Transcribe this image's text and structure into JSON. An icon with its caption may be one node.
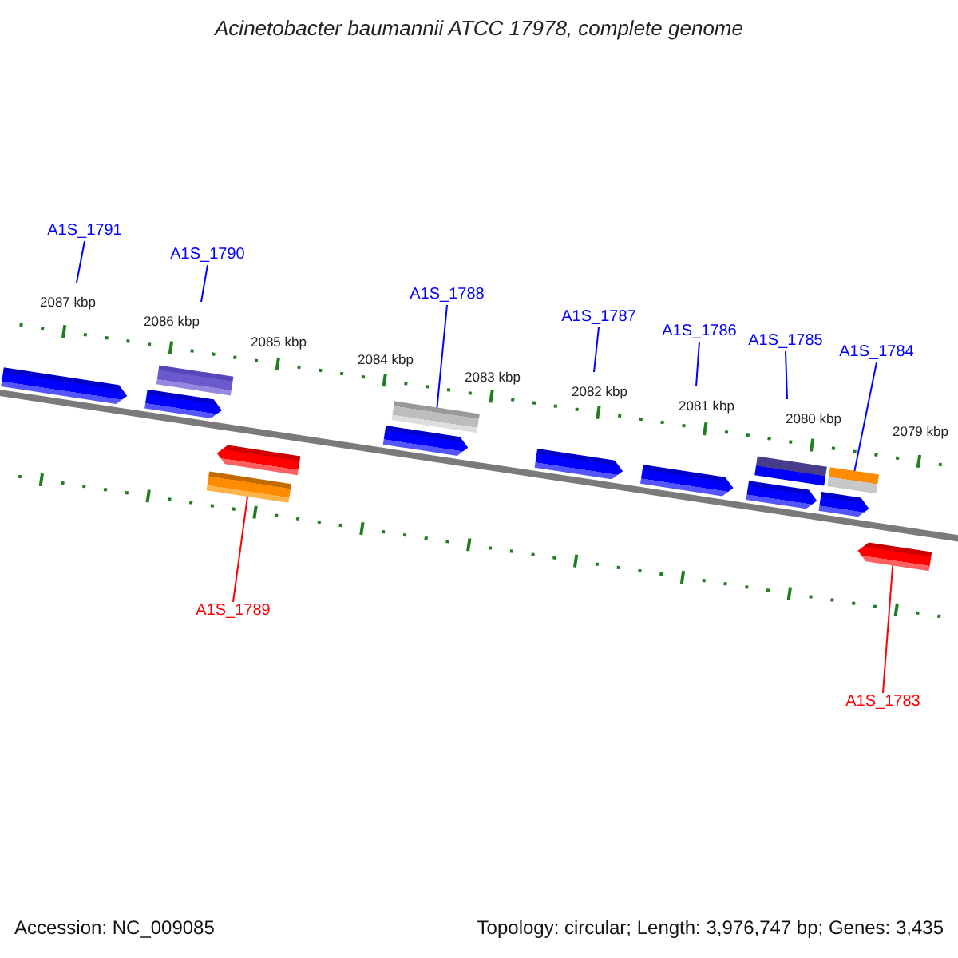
{
  "diagram": {
    "title": "Acinetobacter baumannii ATCC 17978, complete genome",
    "nodes": [
      {
        "text": [
          "A1S_1791"
        ]
      },
      {
        "text": [
          "A1S_1790"
        ]
      },
      {
        "text": [
          "A1S_1788"
        ]
      },
      {
        "text": [
          "A1S_1787"
        ]
      },
      {
        "text": [
          "A1S_1786"
        ]
      },
      {
        "text": [
          "A1S_1785"
        ]
      },
      {
        "text": [
          "A1S_1784"
        ]
      },
      {
        "text": [
          "A1S_1789"
        ]
      },
      {
        "text": [
          "A1S_1783"
        ]
      },
      {
        "text": [],
        "shape": "pentagon"
      },
      {
        "text": [],
        "shape": "pentagon"
      },
      {
        "text": [],
        "shape": "bar"
      },
      {
        "text": [],
        "shape": "bar"
      },
      {
        "text": [],
        "shape": "pentagon"
      },
      {
        "text": [],
        "shape": "pentagon"
      },
      {
        "text": [],
        "shape": "bar"
      },
      {
        "text": [],
        "shape": "pentagon"
      },
      {
        "text": [],
        "shape": "pentagon"
      },
      {
        "text": [],
        "shape": "pentagon"
      },
      {
        "text": [],
        "shape": "bar"
      },
      {
        "text": [],
        "shape": "pentagon"
      },
      {
        "text": [],
        "shape": "bar"
      },
      {
        "text": [],
        "shape": "pentagon"
      }
    ],
    "edges": [
      {
        "from": 0,
        "to": null,
        "arrow": "none"
      },
      {
        "from": 1,
        "to": null,
        "arrow": "none"
      },
      {
        "from": 2,
        "to": 15,
        "arrow": "none"
      },
      {
        "from": 3,
        "to": null,
        "arrow": "none"
      },
      {
        "from": 4,
        "to": null,
        "arrow": "none"
      },
      {
        "from": 5,
        "to": null,
        "arrow": "none"
      },
      {
        "from": 6,
        "to": 21,
        "arrow": "none"
      },
      {
        "from": 7,
        "to": 12,
        "arrow": "none",
        "color": "#ff0000"
      },
      {
        "from": 8,
        "to": 22,
        "arrow": "none",
        "color": "#ff0000"
      }
    ],
    "labels": [
      "2087 kbp",
      "2086 kbp",
      "2085 kbp",
      "2084 kbp",
      "2083 kbp",
      "2082 kbp",
      "2081 kbp",
      "2080 kbp",
      "2079 kbp",
      "Accession: NC_009085",
      "Topology: circular; Length: 3,976,747 bp; Genes: 3,435"
    ]
  }
}
